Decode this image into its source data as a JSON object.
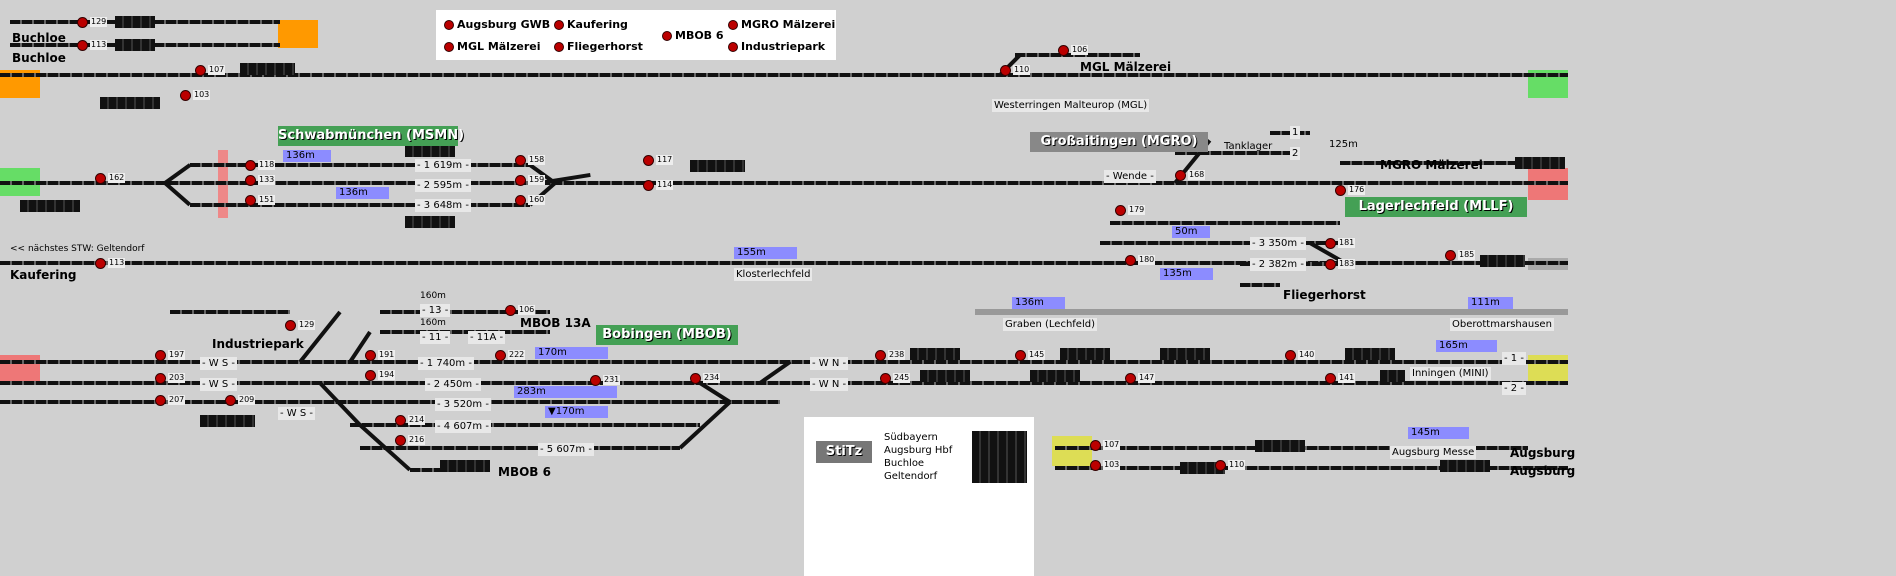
{
  "colors": {
    "occupied": "#ff9900",
    "free": "#66dd66",
    "blocked": "#ee7777",
    "ext": "#dddd55",
    "station": "#44a055",
    "station_gray": "#888888",
    "length": "#8c8cff"
  },
  "legend": [
    "Augsburg GWB",
    "Kaufering",
    "MBOB 6",
    "MGRO Mälzerei",
    "MGL Mälzerei",
    "Fliegerhorst",
    "Industriepark"
  ],
  "stations": {
    "msmn": "Schwabmünchen (MSMN)",
    "mgro": "Großaitingen (MGRO)",
    "mllf": "Lagerlechfeld (MLLF)",
    "mbob": "Bobingen (MBOB)"
  },
  "names": {
    "buchloe1": "Buchloe",
    "buchloe2": "Buchloe",
    "mgl": "MGL Mälzerei",
    "mgro_m": "MGRO Mälzerei",
    "flieger": "Fliegerhorst",
    "kaufering": "Kaufering",
    "industrie": "Industriepark",
    "mbob13a": "MBOB 13A",
    "mbob6": "MBOB 6",
    "augsburg1": "Augsburg",
    "augsburg2": "Augsburg"
  },
  "labels": {
    "mgl_site": "Westerringen Malteurop (MGL)",
    "next_stw": "<< nächstes STW: Geltendorf",
    "kloster": "Klosterlechfeld",
    "graben": "Graben (Lechfeld)",
    "oberott": "Oberottmarshausen",
    "inningen": "Inningen (MINI)",
    "messe": "Augsburg Messe",
    "wende": "- Wende -",
    "tanklager": "Tanklager",
    "t1": "1",
    "t2": "2",
    "ws1": "- W S -",
    "ws2": "- W S -",
    "ws3": "- W S -",
    "wn1": "- W N -",
    "wn2": "- W N -",
    "i1": "- 1 -",
    "i2": "- 2 -",
    "g13": "- 13 -",
    "g11": "- 11 -",
    "g11a": "- 11A -",
    "p1": "- 1 619m -",
    "p2": "- 2 595m -",
    "p3": "- 3 648m -",
    "b1": "- 1 740m -",
    "b2": "- 2 450m -",
    "b3": "- 3 520m -",
    "b4": "- 4 607m -",
    "b5": "- 5 607m -",
    "l3": "- 3 350m -",
    "l2": "- 2 382m -",
    "m160a": "160m",
    "m160b": "160m"
  },
  "lengths": {
    "a": "136m",
    "b": "136m",
    "c": "125m",
    "d": "50m",
    "e": "135m",
    "f": "155m",
    "g": "136m",
    "h": "111m",
    "i": "170m",
    "j": "283m",
    "k": "▼170m",
    "l": "165m",
    "m": "145m"
  },
  "signal_numbers": [
    "107",
    "103",
    "110",
    "106",
    "129",
    "113",
    "117",
    "114",
    "118",
    "133",
    "151",
    "158",
    "159",
    "160",
    "162",
    "168",
    "176",
    "179",
    "180",
    "181",
    "183",
    "185",
    "191",
    "194",
    "197",
    "203",
    "207",
    "209",
    "214",
    "216",
    "222",
    "231",
    "234",
    "238",
    "245",
    "145",
    "147",
    "140",
    "141"
  ],
  "stitz": {
    "title": "StiTz",
    "items": [
      "Südbayern",
      "Augsburg Hbf",
      "Buchloe",
      "Geltendorf"
    ]
  }
}
